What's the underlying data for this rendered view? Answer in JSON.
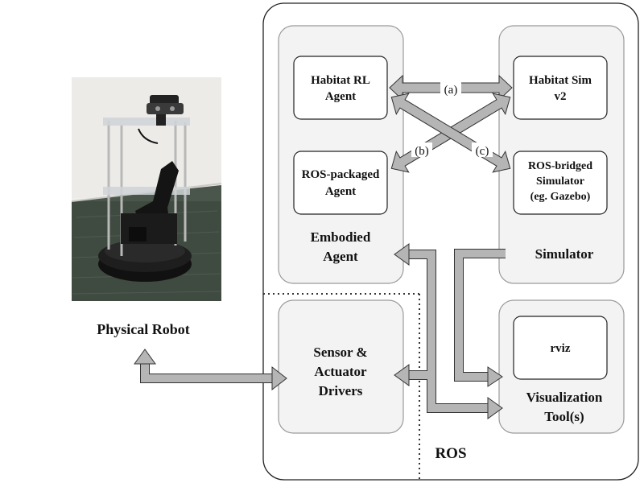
{
  "physical_robot": {
    "label": "Physical Robot"
  },
  "ros": {
    "label": "ROS"
  },
  "embodied_agent": {
    "label_line1": "Embodied",
    "label_line2": "Agent",
    "habitat_rl": {
      "line1": "Habitat RL",
      "line2": "Agent"
    },
    "ros_packaged": {
      "line1": "ROS-packaged",
      "line2": "Agent"
    }
  },
  "simulator": {
    "label": "Simulator",
    "habitat_sim": {
      "line1": "Habitat Sim",
      "line2": "v2"
    },
    "ros_bridged": {
      "line1": "ROS-bridged",
      "line2": "Simulator",
      "line3": "(eg. Gazebo)"
    }
  },
  "sensor_drivers": {
    "line1": "Sensor &",
    "line2": "Actuator",
    "line3": "Drivers"
  },
  "visualization": {
    "label_line1": "Visualization",
    "label_line2": "Tool(s)",
    "rviz": "rviz"
  },
  "arrow_labels": {
    "a": "(a)",
    "b": "(b)",
    "c": "(c)"
  },
  "colors": {
    "panel": "#f3f3f3",
    "arrow": "#b5b5b5",
    "outline": "#222222"
  },
  "icons": {
    "robot_photo": "robot-photo"
  }
}
